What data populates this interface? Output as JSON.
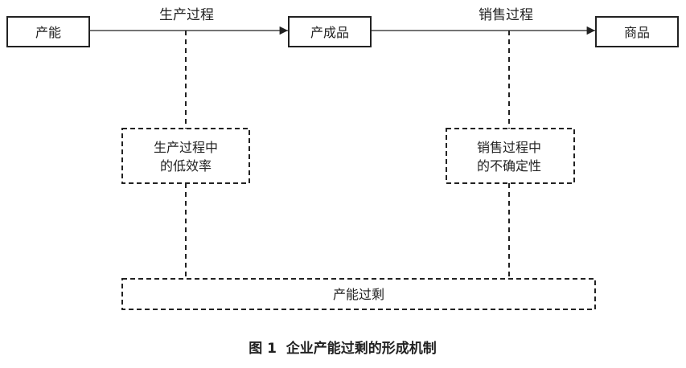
{
  "diagram": {
    "nodes": {
      "capacity": {
        "label": "产能"
      },
      "product": {
        "label": "产成品"
      },
      "goods": {
        "label": "商品"
      },
      "production_issue": {
        "line1": "生产过程中",
        "line2": "的低效率"
      },
      "sales_issue": {
        "line1": "销售过程中",
        "line2": "的不确定性"
      },
      "overcapacity": {
        "label": "产能过剩"
      }
    },
    "edges": {
      "production_process": {
        "label": "生产过程"
      },
      "sales_process": {
        "label": "销售过程"
      }
    },
    "caption": "图 1  企业产能过剩的形成机制"
  }
}
